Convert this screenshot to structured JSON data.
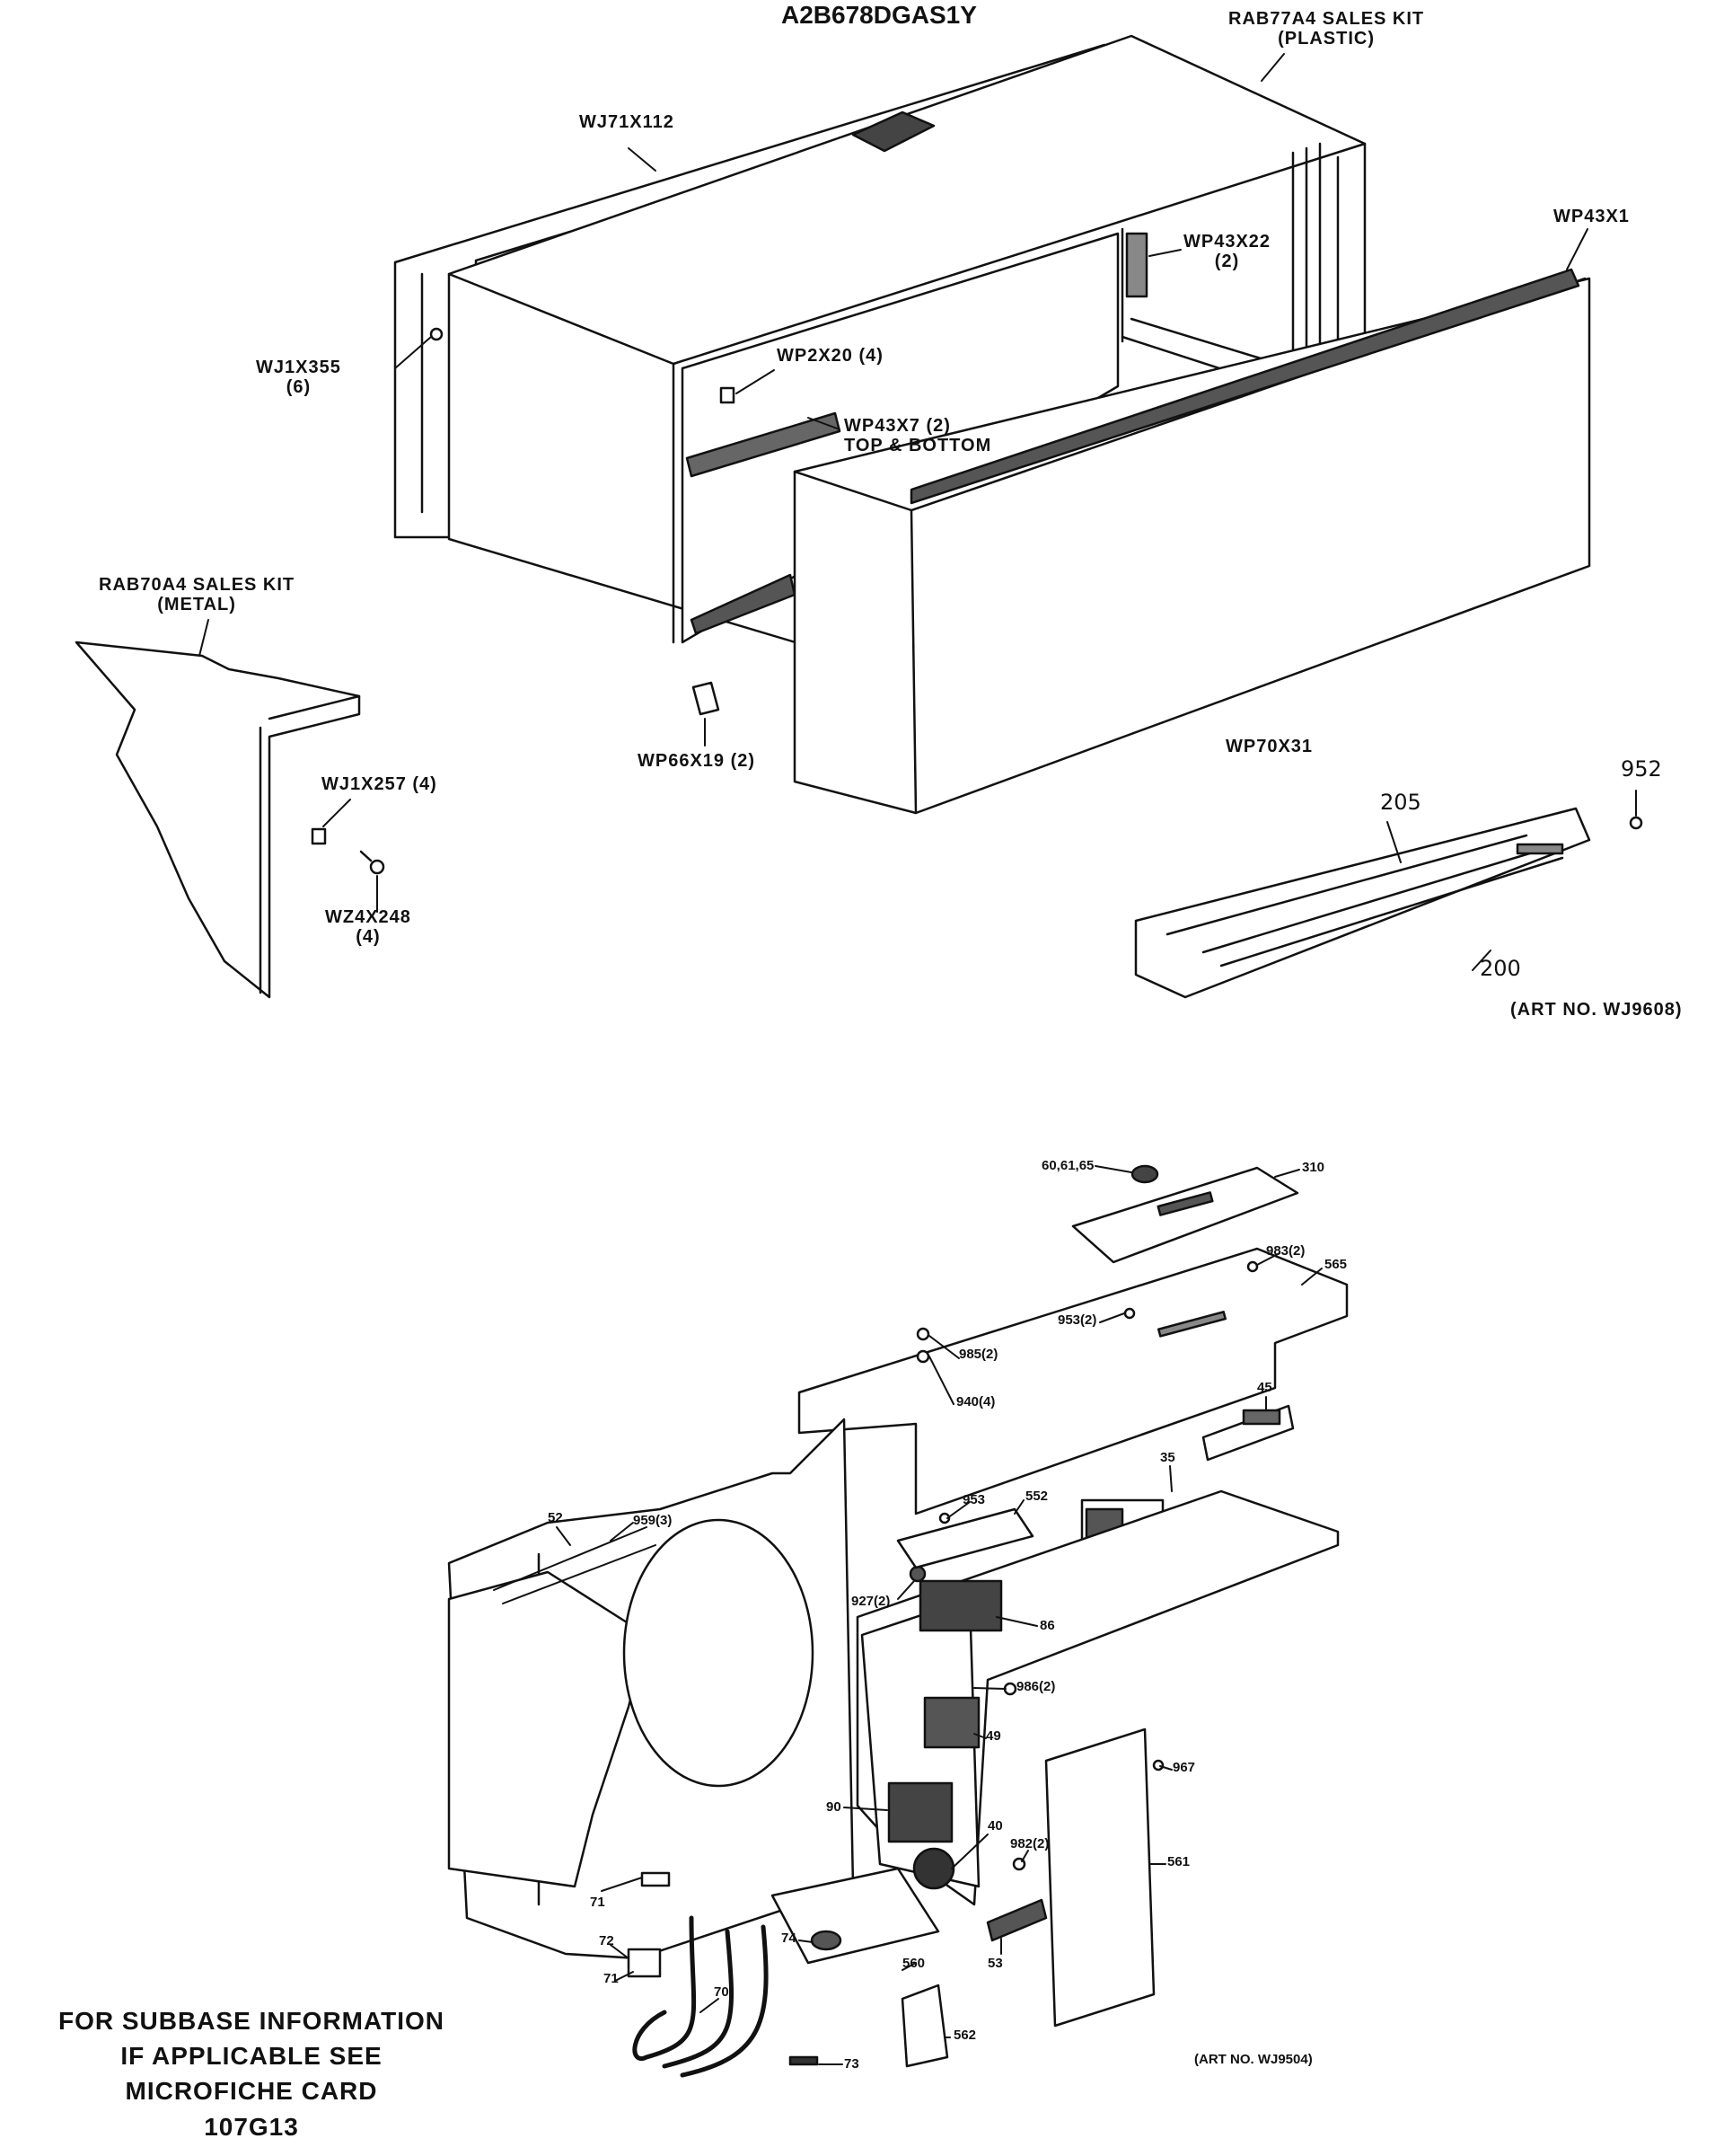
{
  "title": "A2B678DGAS1Y",
  "upper_labels": {
    "sales_kit_plastic": "RAB77A4 SALES KIT\n(PLASTIC)",
    "wj71x112": "WJ71X112",
    "wp43x1": "WP43X1",
    "wp43x22": "WP43X22\n(2)",
    "wj1x355": "WJ1X355\n(6)",
    "wp2x20": "WP2X20 (4)",
    "wp43x7": "WP43X7 (2)\nTOP & BOTTOM",
    "sales_kit_metal": "RAB70A4 SALES KIT\n(METAL)",
    "wj1x257": "WJ1X257 (4)",
    "wz4x248": "WZ4X248\n(4)",
    "wp66x19": "WP66X19 (2)",
    "wp70x31": "WP70X31",
    "n952": "952",
    "n205": "205",
    "n200": "200",
    "art_no_upper": "(ART NO. WJ9608)"
  },
  "lower_labels": {
    "n60_61_65": "60,61,65",
    "n310": "310",
    "n983": "983(2)",
    "n565": "565",
    "n953_2": "953(2)",
    "n985": "985(2)",
    "n940": "940(4)",
    "n45": "45",
    "n35": "35",
    "n52": "52",
    "n959": "959(3)",
    "n953": "953",
    "n552": "552",
    "n927": "927(2)",
    "n86": "86",
    "n986": "986(2)",
    "n49": "49",
    "n967": "967",
    "n90": "90",
    "n40": "40",
    "n561": "561",
    "n982": "982(2)",
    "n71a": "71",
    "n72": "72",
    "n71b": "71",
    "n74": "74",
    "n560": "560",
    "n53": "53",
    "n70": "70",
    "n562": "562",
    "n73": "73",
    "art_no_lower": "(ART NO. WJ9504)"
  },
  "subbase_note": "FOR SUBBASE INFORMATION\nIF APPLICABLE SEE\nMICROFICHE CARD\n107G13"
}
